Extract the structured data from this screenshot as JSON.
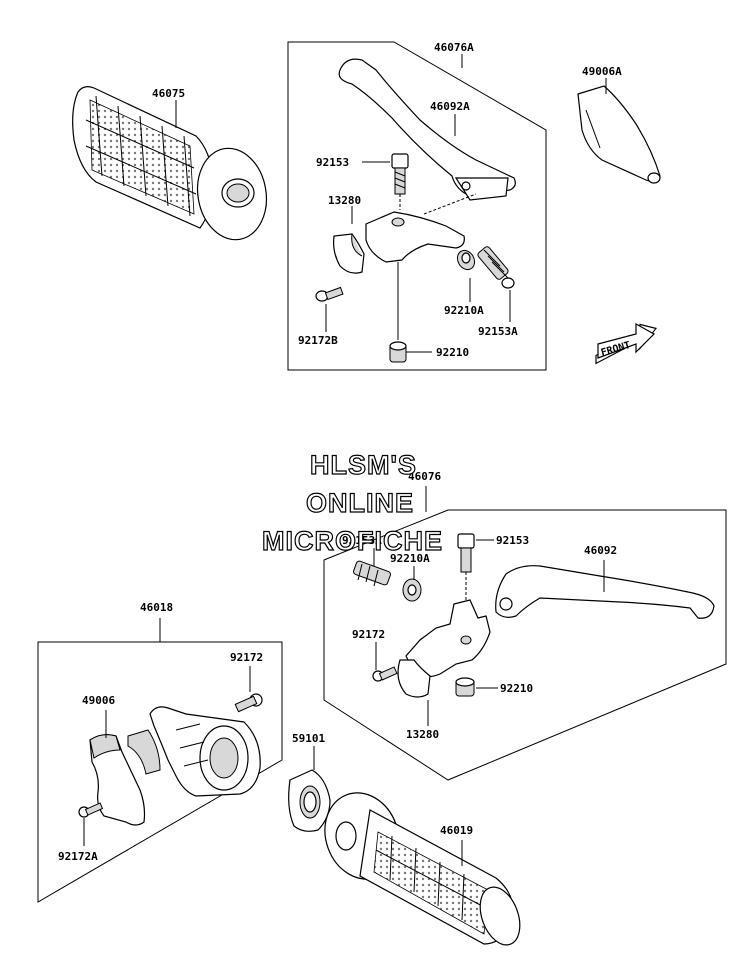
{
  "labels": {
    "p46075": "46075",
    "p46076A": "46076A",
    "p46092A": "46092A",
    "p49006A": "49006A",
    "p92153_top": "92153",
    "p13280_top": "13280",
    "p92210A_top": "92210A",
    "p92153A_top": "92153A",
    "p92172B": "92172B",
    "p92210_top": "92210",
    "p46076": "46076",
    "p92153A_bot": "92153A",
    "p92210A_bot": "92210A",
    "p92153_bot": "92153",
    "p46092": "46092",
    "p46018": "46018",
    "p92172_right": "92172",
    "p92172_left": "92172",
    "p49006": "49006",
    "p92210_bot": "92210",
    "p13280_bot": "13280",
    "p59101": "59101",
    "p46019": "46019",
    "p92172A": "92172A"
  },
  "front_arrow": {
    "text": "FRONT"
  },
  "watermark": {
    "line1": "HLSM'S",
    "line2": "ONLINE",
    "line3": "MICROFICHE"
  }
}
